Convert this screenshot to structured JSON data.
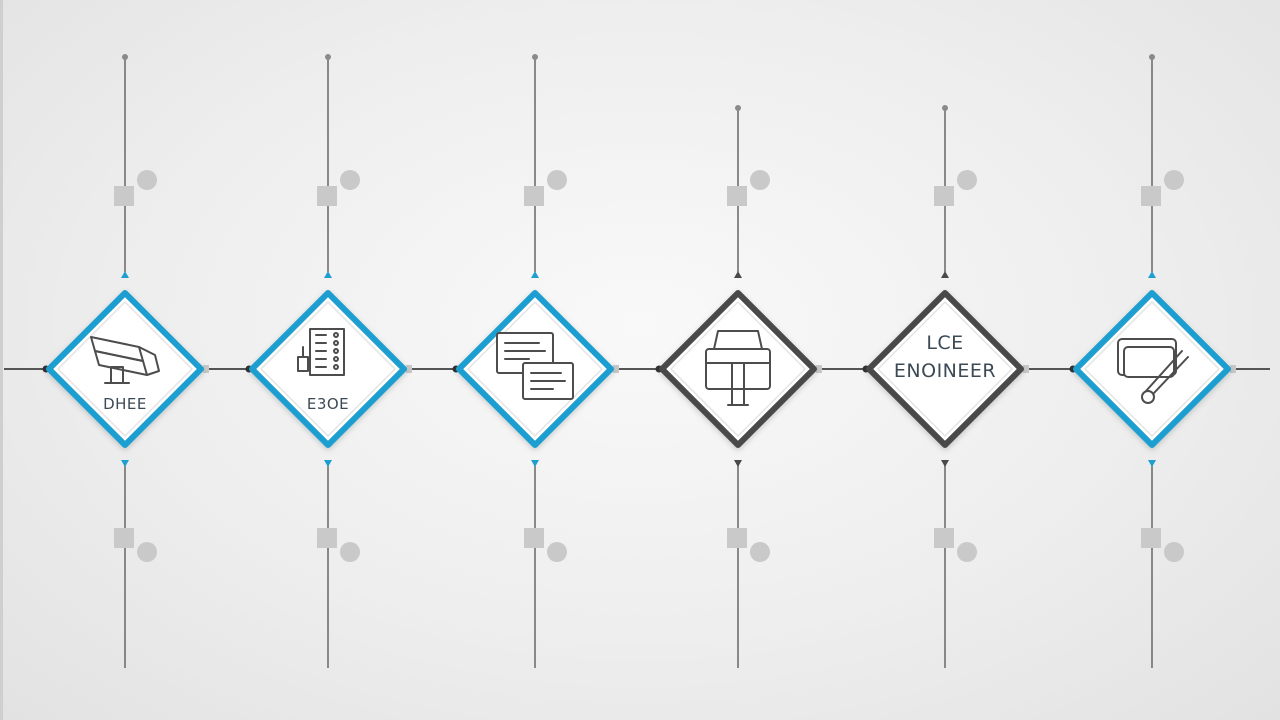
{
  "colors": {
    "accent_blue": "#1f9fd0",
    "dark_gray": "#4a4a4a",
    "line_gray": "#6f6f6f",
    "block_gray": "#c9c9c9",
    "node_fill": "#ffffff",
    "icon_stroke": "#4d4d4d"
  },
  "nodes": [
    {
      "id": "n1",
      "style": "blue",
      "icon": "projector-icon",
      "label_lines": [
        "DHEE"
      ]
    },
    {
      "id": "n2",
      "style": "blue",
      "icon": "circuit-board-icon",
      "label_lines": [
        "E3OE"
      ]
    },
    {
      "id": "n3",
      "style": "blue",
      "icon": "documents-icon",
      "label_lines": []
    },
    {
      "id": "n4",
      "style": "dark",
      "icon": "toolbox-icon",
      "label_lines": []
    },
    {
      "id": "n5",
      "style": "dark",
      "icon": "",
      "label_lines": [
        "LCE",
        "ENOINEER"
      ]
    },
    {
      "id": "n6",
      "style": "blue",
      "icon": "tools-card-icon",
      "label_lines": []
    }
  ]
}
